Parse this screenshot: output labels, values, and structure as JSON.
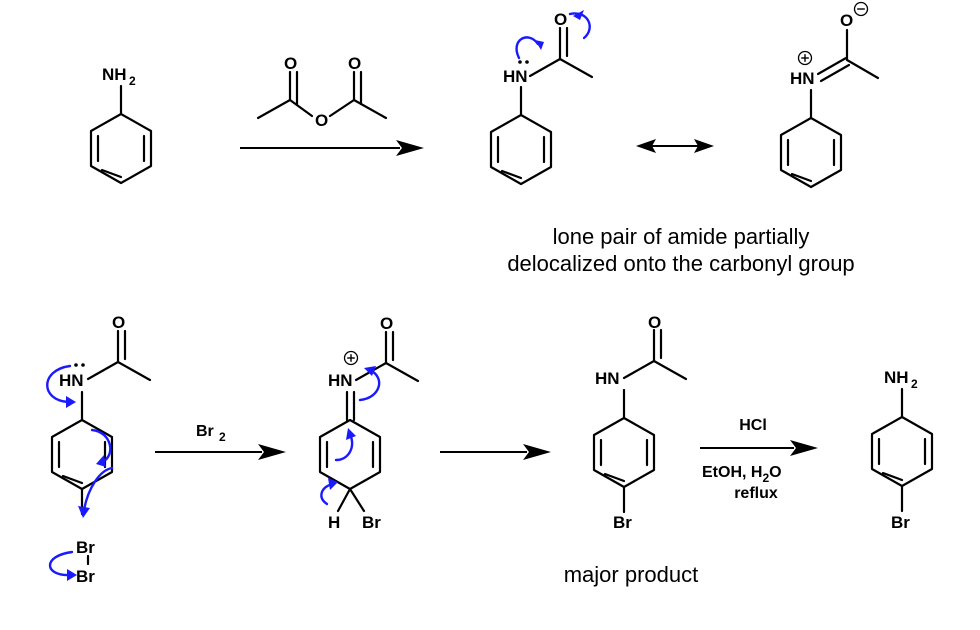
{
  "labels": {
    "nh2": "NH",
    "two": "2",
    "hn": "HN",
    "o": "O",
    "br": "Br",
    "br2_main": "Br",
    "h": "H"
  },
  "conditions": {
    "bromine": "Br",
    "bromine_sub": "2",
    "acid": "HCl",
    "solvent_main": "EtOH, H",
    "solvent_sub": "2",
    "solvent_end": "O",
    "heat": "reflux"
  },
  "captions": {
    "resonance_line1": "lone pair of amide partially",
    "resonance_line2": "delocalized onto the carbonyl group",
    "major": "major product"
  },
  "colors": {
    "electron_arrows": "#1a1aff",
    "bonds": "#000000"
  }
}
